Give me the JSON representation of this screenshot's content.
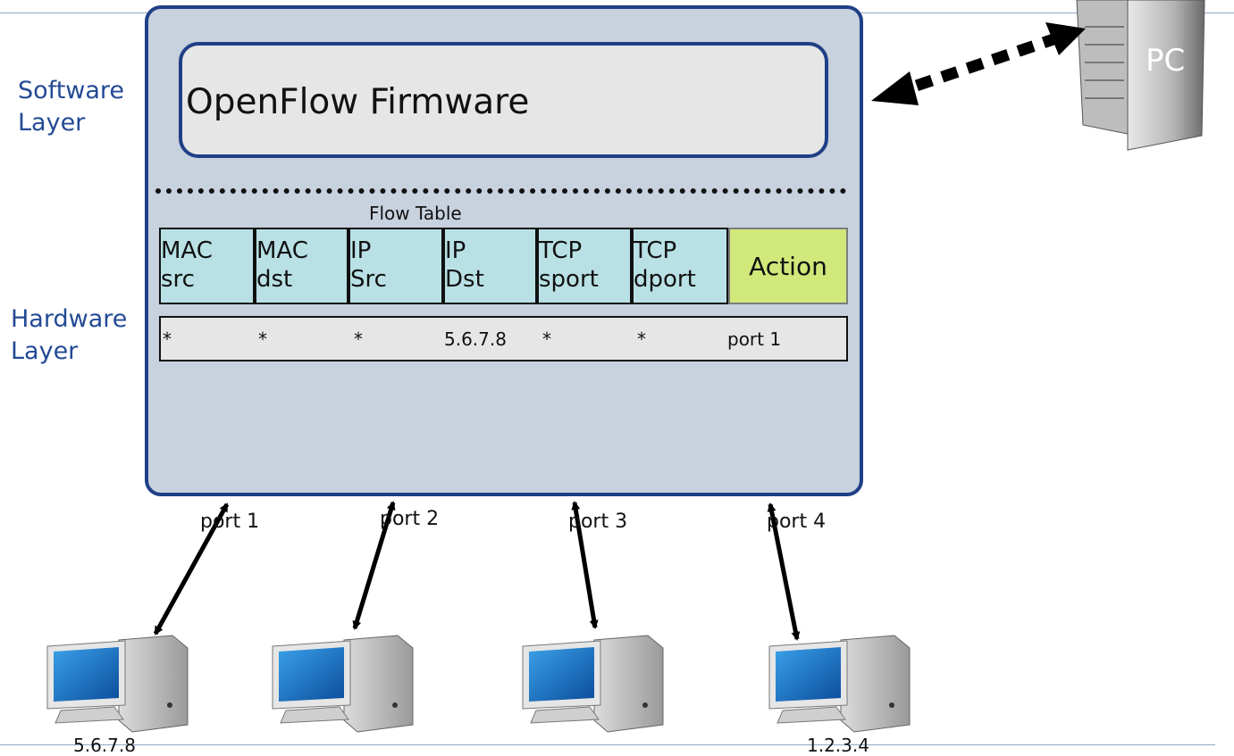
{
  "layers": {
    "software": "Software\nLayer",
    "hardware": "Hardware\nLayer"
  },
  "firmware": {
    "label": "OpenFlow Firmware"
  },
  "flow_table": {
    "title": "Flow Table",
    "headers": [
      "MAC\nsrc",
      "MAC\ndst",
      "IP\nSrc",
      "IP\nDst",
      "TCP\nsport",
      "TCP\ndport"
    ],
    "action_header": "Action",
    "row": [
      "*",
      "*",
      "*",
      "5.6.7.8",
      "*",
      "*",
      "port 1"
    ]
  },
  "ports": [
    "port 1",
    "port 2",
    "port 3",
    "port 4"
  ],
  "controller": {
    "label": "PC"
  },
  "hosts": {
    "ip_left": "5.6.7.8",
    "ip_right": "1.2.3.4"
  },
  "colors": {
    "switch_fill": "#c8d1de",
    "switch_border": "#1f3f86",
    "header_fill": "#b9e1e5",
    "action_fill": "#d1e87a",
    "layer_text": "#234a95"
  }
}
